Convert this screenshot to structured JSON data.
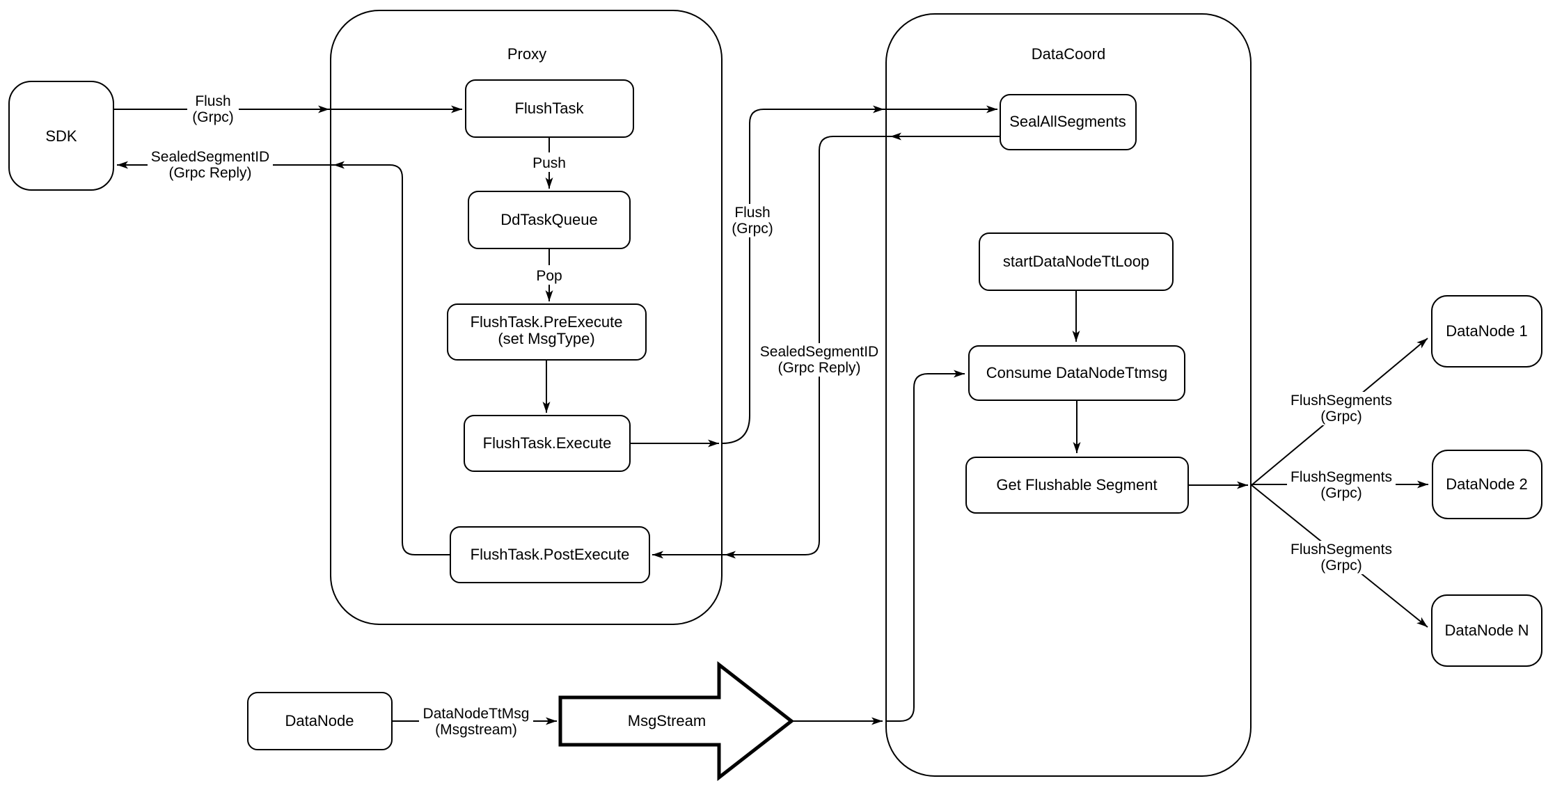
{
  "diagram": {
    "colors": {
      "stroke": "#000000",
      "background": "#ffffff"
    },
    "containers": {
      "proxy": {
        "title": "Proxy"
      },
      "datacoord": {
        "title": "DataCoord"
      }
    },
    "nodes": {
      "sdk": {
        "label": "SDK"
      },
      "flush_task": {
        "label": "FlushTask"
      },
      "dd_task_queue": {
        "label": "DdTaskQueue"
      },
      "pre_execute": {
        "line1": "FlushTask.PreExecute",
        "line2": "(set MsgType)"
      },
      "execute": {
        "label": "FlushTask.Execute"
      },
      "post_execute": {
        "label": "FlushTask.PostExecute"
      },
      "seal_all_segments": {
        "label": "SealAllSegments"
      },
      "start_data_node_tt_loop": {
        "label": "startDataNodeTtLoop"
      },
      "consume_data_node_ttmsg": {
        "label": "Consume DataNodeTtmsg"
      },
      "get_flushable_segment": {
        "label": "Get Flushable Segment"
      },
      "data_node_source": {
        "label": "DataNode"
      },
      "msg_stream": {
        "label": "MsgStream"
      },
      "data_node_1": {
        "label": "DataNode 1"
      },
      "data_node_2": {
        "label": "DataNode 2"
      },
      "data_node_n": {
        "label": "DataNode N"
      }
    },
    "edge_labels": {
      "flush_sdk": {
        "line1": "Flush",
        "line2": "(Grpc)"
      },
      "sealed_sdk": {
        "line1": "SealedSegmentID",
        "line2": "(Grpc Reply)"
      },
      "push": {
        "label": "Push"
      },
      "pop": {
        "label": "Pop"
      },
      "flush_mid": {
        "line1": "Flush",
        "line2": "(Grpc)"
      },
      "sealed_mid": {
        "line1": "SealedSegmentID",
        "line2": "(Grpc Reply)"
      },
      "flush_segments_1": {
        "line1": "FlushSegments",
        "line2": "(Grpc)"
      },
      "flush_segments_2": {
        "line1": "FlushSegments",
        "line2": "(Grpc)"
      },
      "flush_segments_n": {
        "line1": "FlushSegments",
        "line2": "(Grpc)"
      },
      "data_node_tt_msg": {
        "line1": "DataNodeTtMsg",
        "line2": "(Msgstream)"
      }
    }
  }
}
